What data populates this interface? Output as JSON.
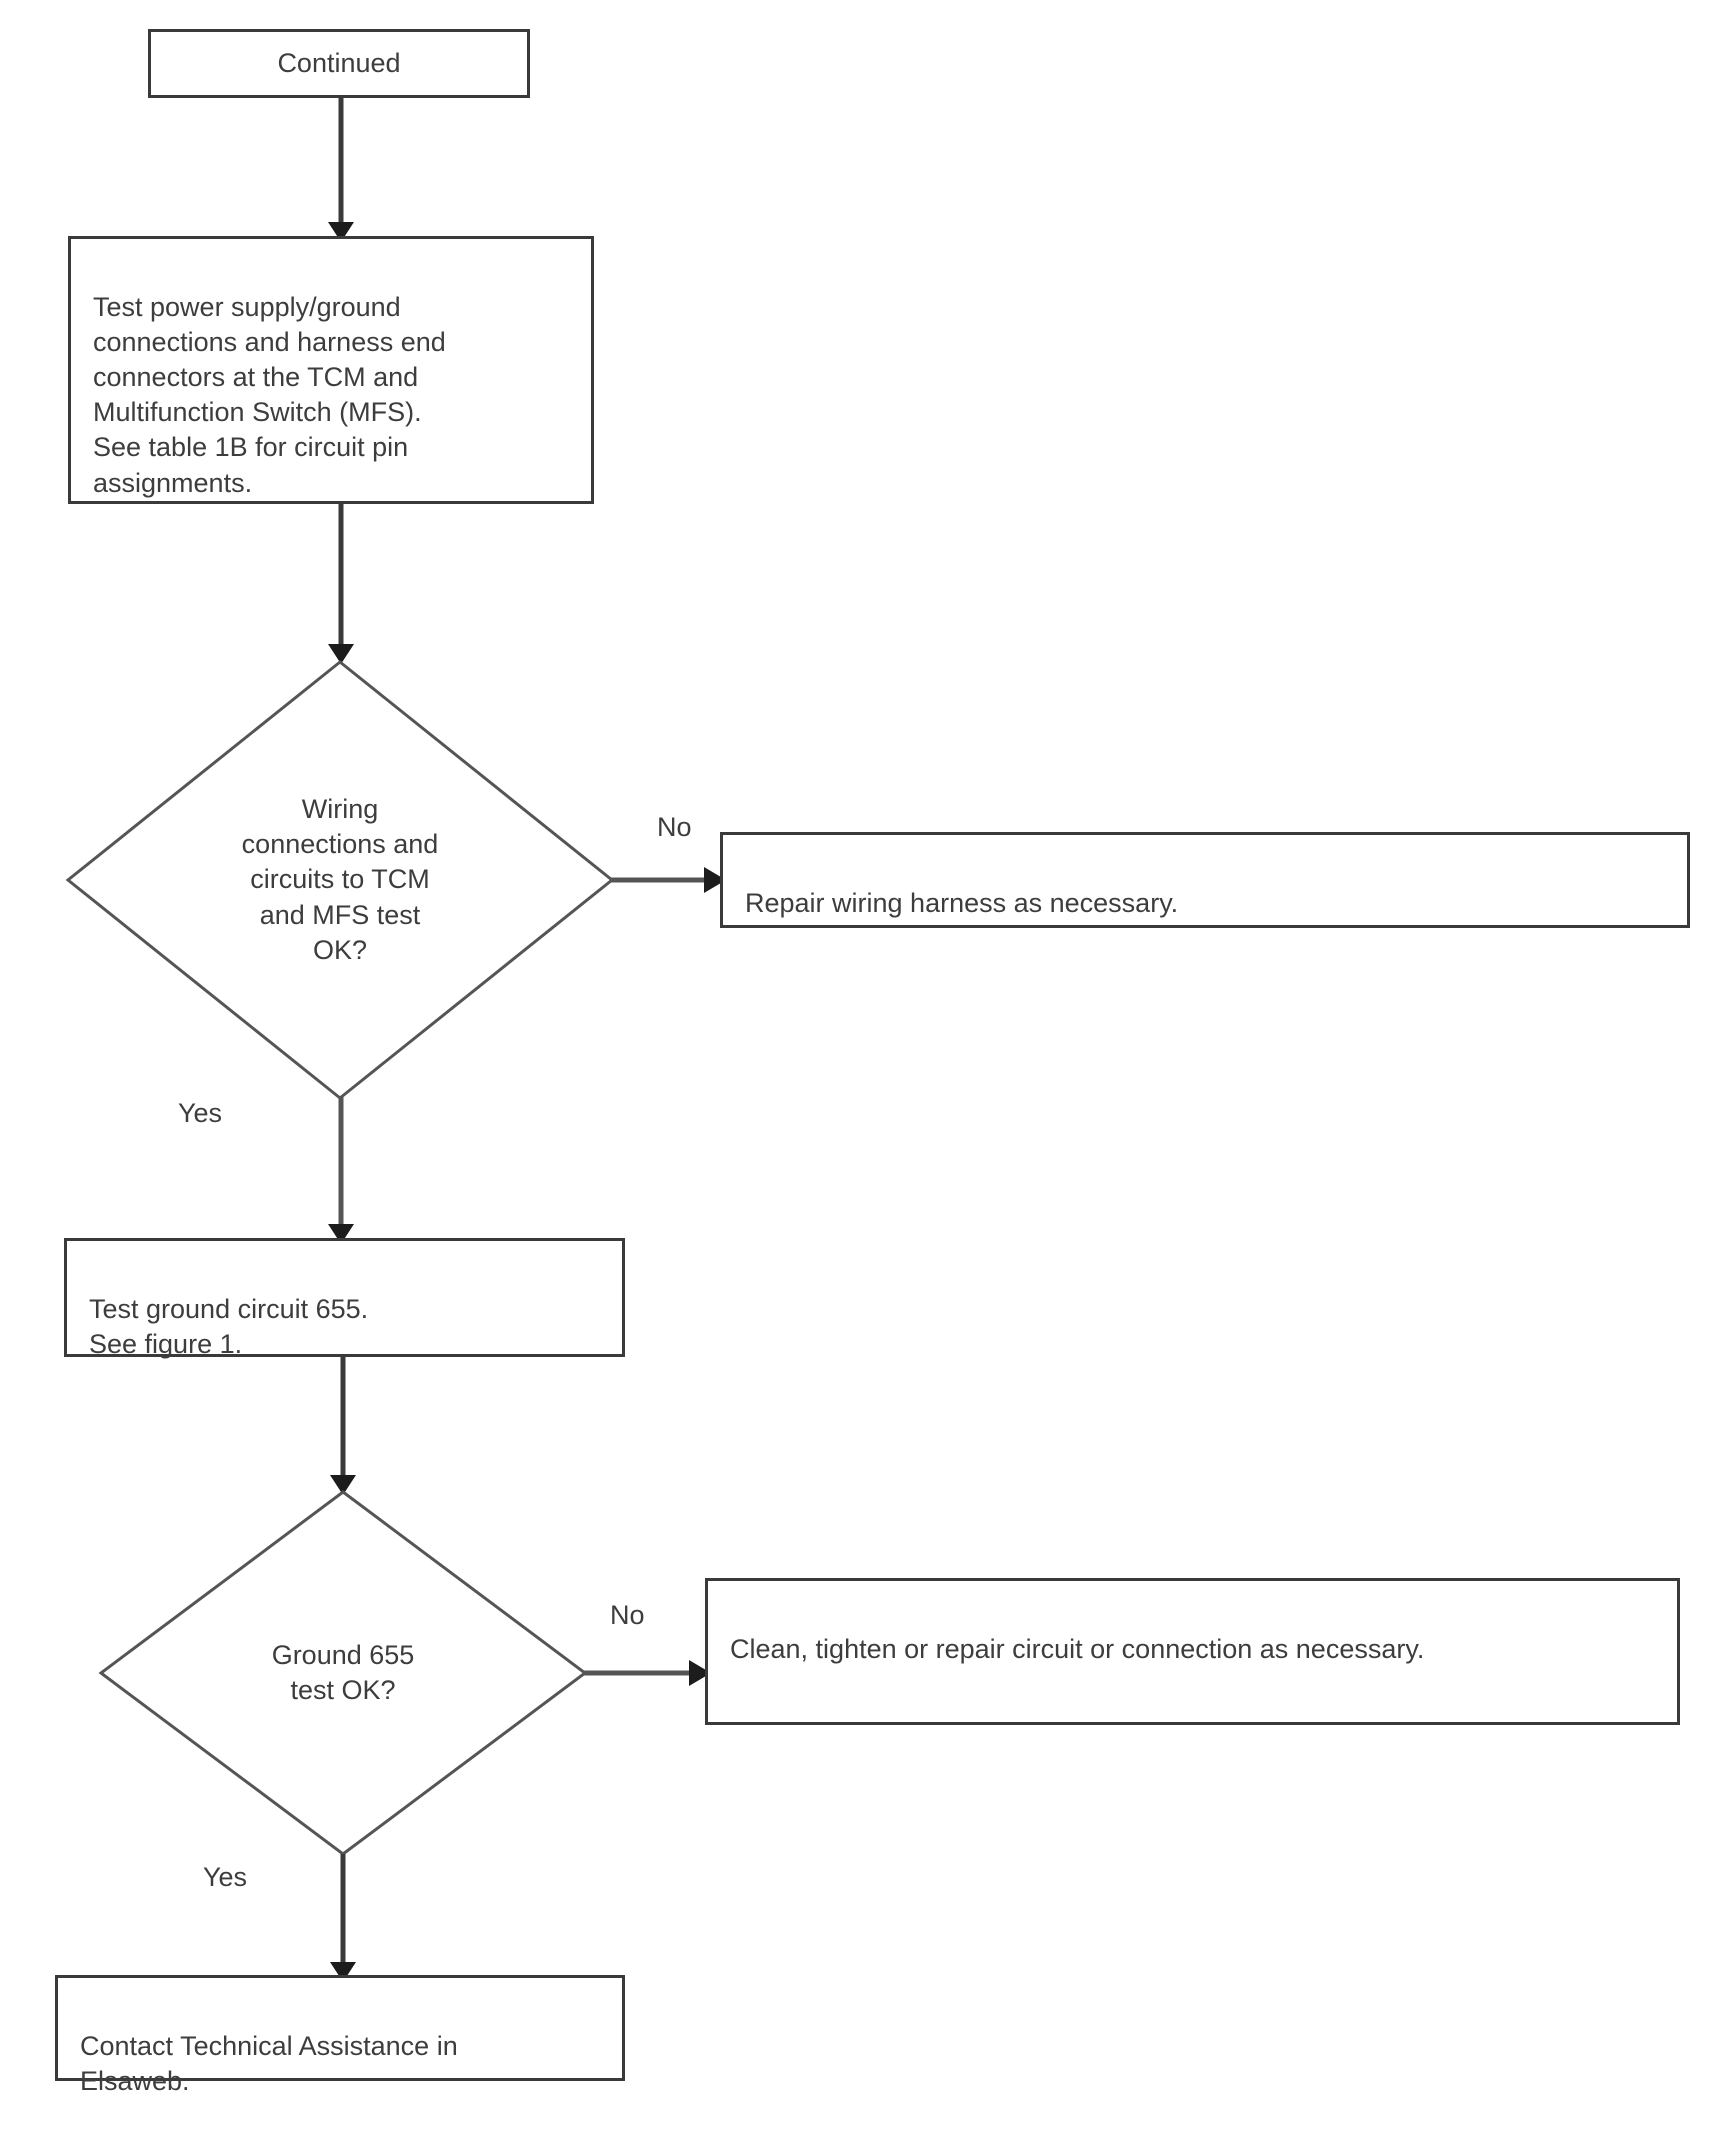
{
  "diagram": {
    "type": "flowchart",
    "title": "TCM / MFS wiring and ground circuit diagnostic flowchart",
    "colors": {
      "stroke": "#3a3a3a",
      "diamond_stroke": "#555555",
      "text": "#3d3d3d",
      "background": "#ffffff"
    },
    "nodes": [
      {
        "id": "continued",
        "shape": "rectangle",
        "text": "Continued"
      },
      {
        "id": "test-power-supply",
        "shape": "rectangle",
        "text": "Test power supply/ground\nconnections and harness end\nconnectors at the TCM and\nMultifunction Switch (MFS).\nSee table 1B for circuit pin\nassignments."
      },
      {
        "id": "wiring-ok-decision",
        "shape": "diamond",
        "text": "Wiring\nconnections and\ncircuits to TCM\nand MFS test\nOK?"
      },
      {
        "id": "repair-harness",
        "shape": "rectangle",
        "text": "Repair wiring harness as necessary."
      },
      {
        "id": "test-ground-655",
        "shape": "rectangle",
        "text": "Test ground circuit 655.\nSee figure 1."
      },
      {
        "id": "ground-655-decision",
        "shape": "diamond",
        "text": "Ground 655\ntest OK?"
      },
      {
        "id": "clean-tighten-repair",
        "shape": "rectangle",
        "text": "Clean, tighten or repair circuit or connection as necessary."
      },
      {
        "id": "contact-technical-assistance",
        "shape": "rectangle",
        "text": "Contact Technical Assistance in\nElsaweb."
      }
    ],
    "edge_labels": {
      "wiring_no": "No",
      "wiring_yes": "Yes",
      "ground_no": "No",
      "ground_yes": "Yes"
    }
  }
}
